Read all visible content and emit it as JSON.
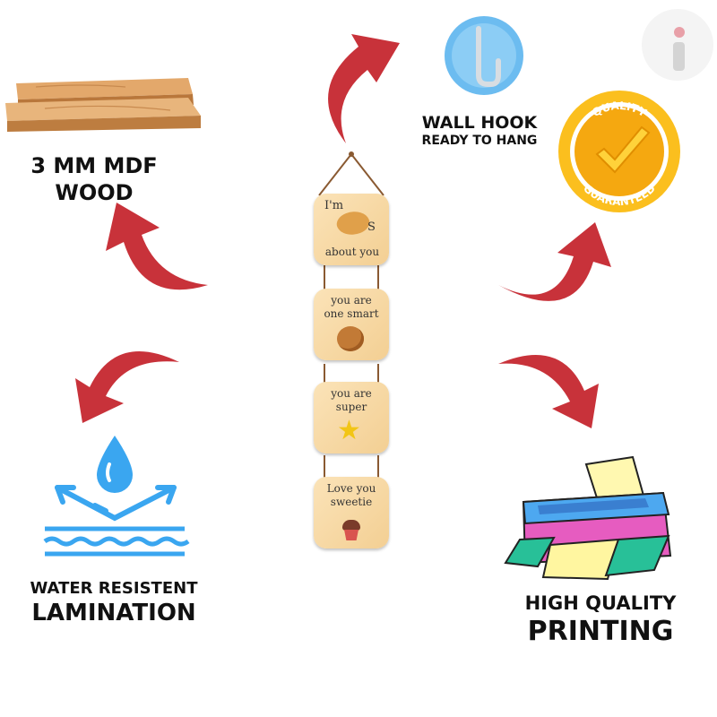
{
  "features": {
    "wood": {
      "line1": "3 MM MDF",
      "line2": "WOOD"
    },
    "hook": {
      "line1": "WALL HOOK",
      "line2": "READY TO HANG"
    },
    "lamination": {
      "line1": "WATER RESISTENT",
      "line2": "LAMINATION"
    },
    "printing": {
      "line1": "HIGH QUALITY",
      "line2": "PRINTING"
    }
  },
  "badge": {
    "top": "QUALITY",
    "bottom": "GUARANTEED"
  },
  "plaques": [
    {
      "line1": "I'm",
      "line2": "S",
      "line3": "about you"
    },
    {
      "line1": "you are",
      "line2": "one smart",
      "line3": ""
    },
    {
      "line1": "you are",
      "line2": "super",
      "line3": ""
    },
    {
      "line1": "Love you",
      "line2": "sweetie",
      "line3": ""
    }
  ],
  "colors": {
    "arrow": "#c8323a",
    "badge": "#f5a810",
    "water": "#3aa6f0",
    "hook": "#6cbcf0",
    "plaque": "#f6d9a6"
  }
}
